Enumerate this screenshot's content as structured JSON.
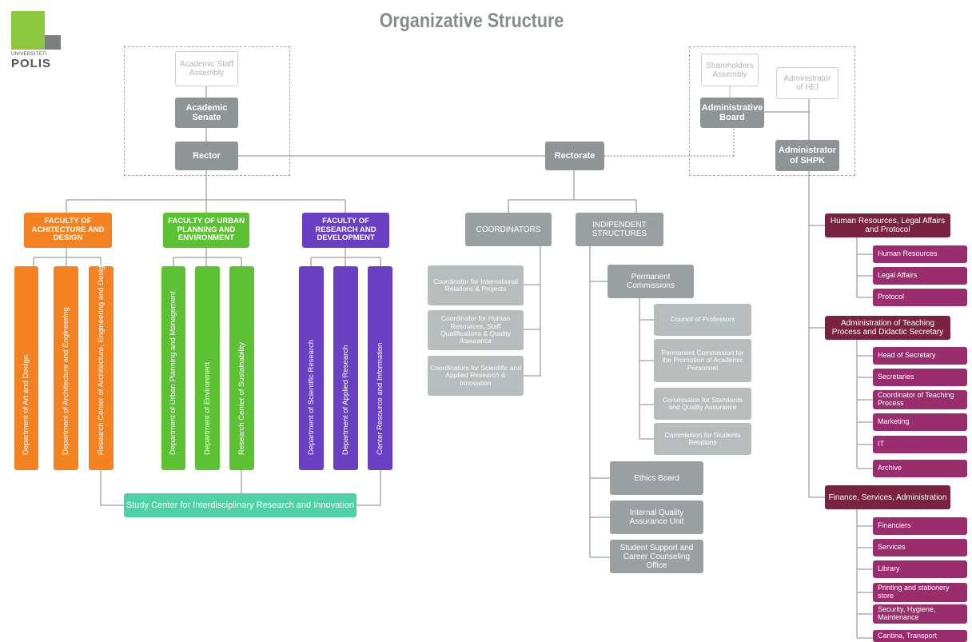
{
  "title": "Organizative Structure",
  "logo": {
    "top_text": "UNIVERSITETI",
    "name": "POLIS"
  },
  "left_group": {
    "assembly": "Academic Staff Assembly",
    "senate": "Academic Senate",
    "rector": "Rector"
  },
  "right_group": {
    "shareholders": "Shareholders Assembly",
    "admin_hei": "Administrator of HEI",
    "board": "Administrative Board",
    "admin_shpk": "Administrator of SHPK"
  },
  "rectorate": "Rectorate",
  "faculties": [
    {
      "name": "FACULTY OF ACHITECTURE AND DESIGN",
      "depts": [
        "Department of Art and Design",
        "Department of Architecture and Engineering",
        "Research Center of Architecture, Engineering and Design"
      ]
    },
    {
      "name": "FACULTY OF URBAN PLANNING AND ENVIRONMENT",
      "depts": [
        "Department of Urban Planning and Management",
        "Department of Environment",
        "Research Center of Sustainability"
      ]
    },
    {
      "name": "FACULTY OF RESEARCH AND DEVELOPMENT",
      "depts": [
        "Department of Scientific Research",
        "Department of Applied Research",
        "Center Resource and Information"
      ]
    }
  ],
  "study_center": "Study Center for Interdisciplinary Research and Innovation",
  "coordinators": {
    "title": "COORDINATORS",
    "items": [
      "Coordinator for International Relations & Projects",
      "Coordinator for Human Resources, Staff Qualifications & Quality Assurance",
      "Coordinators for Scientific and Applied Research & Innovation"
    ]
  },
  "independent": {
    "title": "INDIPENDENT STRUCTURES",
    "permanent": "Permanent Commissions",
    "commissions": [
      "Council of Professors",
      "Permanent Commission for the Promotion of Academic Personnel",
      "Commission for Standards and Quality Assurance",
      "Commission for Students Relations"
    ],
    "ethics": "Ethics Board",
    "quality": "Internal Quality Assurance Unit",
    "student": "Student Support and Career Counseling Office"
  },
  "admin_units": [
    {
      "title": "Human Resources, Legal Affairs and Protocol",
      "items": [
        "Human Resources",
        "Legal Affairs",
        "Protocol"
      ]
    },
    {
      "title": "Administration of Teaching Process and Didactic Secretary",
      "items": [
        "Head of Secretary",
        "Secretaries",
        "Coordinator of Teaching Process",
        "Marketing",
        "IT",
        "Archive"
      ]
    },
    {
      "title": "Finance, Services, Administration",
      "items": [
        "Financiers",
        "Services",
        "Library",
        "Printing and stationery store",
        "Security, Hygiene, Maintenance",
        "Cantina, Transport"
      ]
    }
  ],
  "colors": {
    "orange": "#f58220",
    "green": "#5cc234",
    "purple": "#6a3fc1",
    "teal": "#4fd1a6",
    "maroon": "#7a2340",
    "magenta": "#9a2d6d",
    "gray": "#8f9597"
  }
}
